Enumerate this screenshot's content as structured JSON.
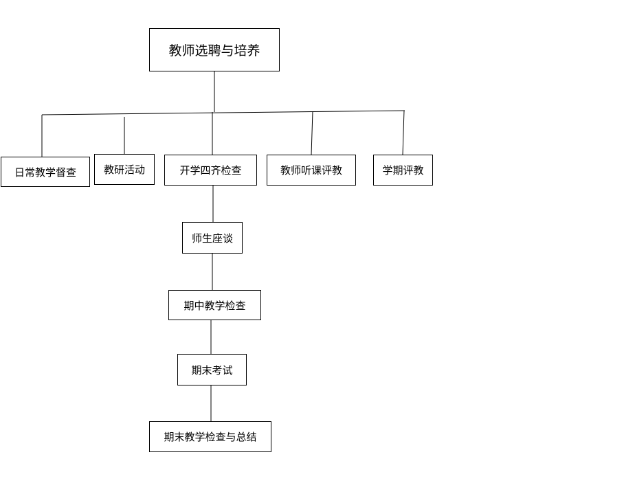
{
  "diagram": {
    "root": {
      "label": "教师选聘与培养"
    },
    "branches": [
      {
        "label": "日常教学督查"
      },
      {
        "label": "教研活动"
      },
      {
        "label": "开学四齐检查"
      },
      {
        "label": "教师听课评教"
      },
      {
        "label": "学期评教"
      }
    ],
    "sequence": [
      {
        "label": "师生座谈"
      },
      {
        "label": "期中教学检查"
      },
      {
        "label": "期末考试"
      },
      {
        "label": "期末教学检查与总结"
      }
    ]
  }
}
